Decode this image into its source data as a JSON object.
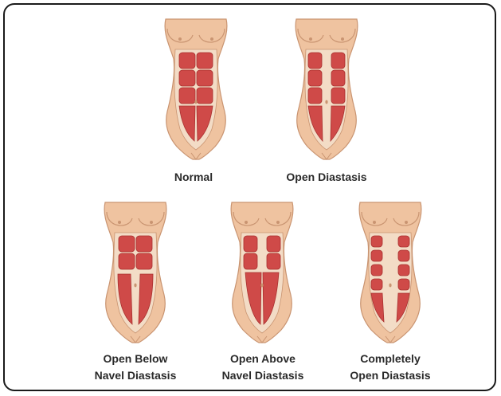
{
  "colors": {
    "skin": "#efc3a0",
    "skin_dark": "#c99471",
    "muscle": "#cf4a48",
    "muscle_line": "#a9302f",
    "linea": "#f3dcc6",
    "frame": "#1a1a1a",
    "text": "#2a2a2a"
  },
  "figures": [
    {
      "id": "normal",
      "lines": [
        "Normal"
      ]
    },
    {
      "id": "open",
      "lines": [
        "Open Diastasis"
      ]
    },
    {
      "id": "below",
      "lines": [
        "Open Below",
        "Navel Diastasis"
      ]
    },
    {
      "id": "above",
      "lines": [
        "Open Above",
        "Navel Diastasis"
      ]
    },
    {
      "id": "complete",
      "lines": [
        "Completely",
        "Open Diastasis"
      ]
    }
  ]
}
